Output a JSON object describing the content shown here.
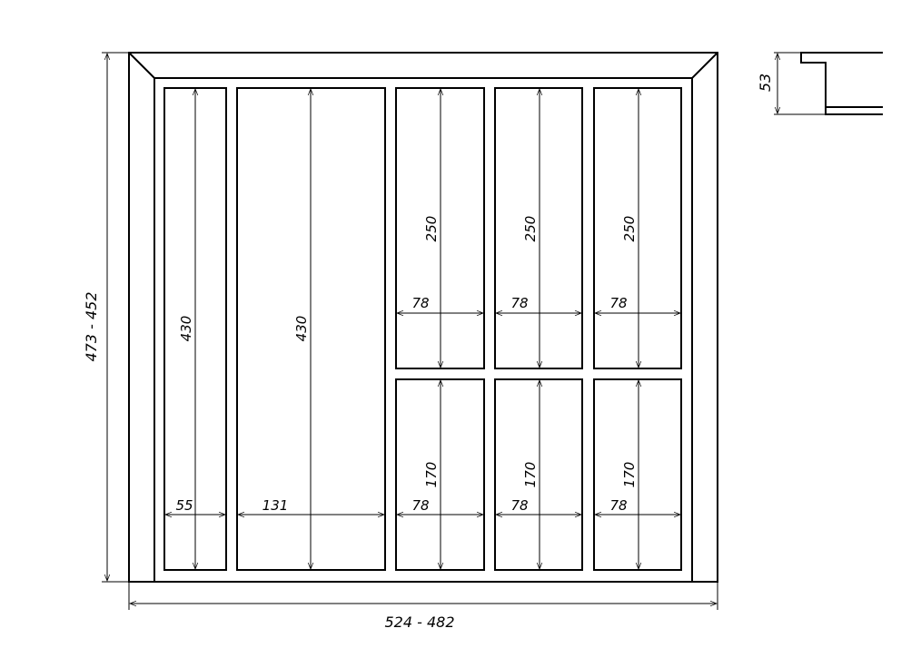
{
  "overall": {
    "width_label": "524 - 482",
    "depth_label": "473 - 452",
    "height_label": "53"
  },
  "compartments": {
    "narrow": {
      "width": "55",
      "length": "430"
    },
    "wide": {
      "width": "131",
      "length": "430"
    },
    "top_row": [
      {
        "width": "78",
        "length": "250"
      },
      {
        "width": "78",
        "length": "250"
      },
      {
        "width": "78",
        "length": "250"
      }
    ],
    "bottom_row": [
      {
        "width": "78",
        "length": "170"
      },
      {
        "width": "78",
        "length": "170"
      },
      {
        "width": "78",
        "length": "170"
      }
    ]
  }
}
